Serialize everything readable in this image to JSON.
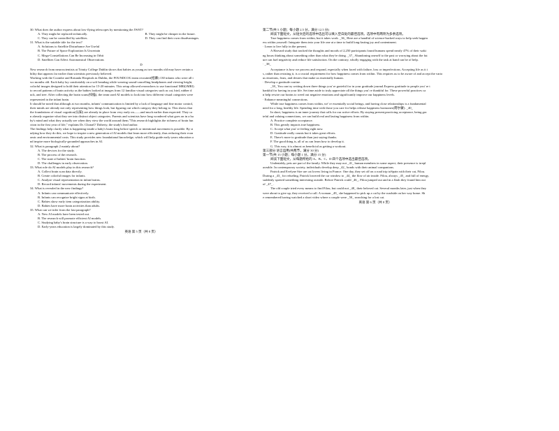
{
  "left_page": {
    "q30": {
      "stem": "30. What does the author express about low-flying telescopes by mentioning the JWST?",
      "A": "A. They might be replaced technically.",
      "B": "B. They might be cheaper in the future.",
      "C": "C. They can be controlled by satellites.",
      "D": "D. They can find their own disadvantages."
    },
    "q31": {
      "stem": "31. What is the suitable title for the text?",
      "A": "A. Solutions to Satellite Disturbance Are Useful",
      "B": "B. The Future of Space Exploration Is Uncertain",
      "C": "C. Mega-Constellations Can Be Increasing in Orbit",
      "D": "D. Satellites Can Affect Astronomical Observations"
    },
    "section_letter": "D",
    "passage": [
      "New research from neuroscientists at Trinity College Dublin shows that babies as young as two months old may have certain a",
      "bility that appears far earlier than scientists previously believed.",
      "Working with the Coombe and Rotunda Hospitals in Dublin, the FOUNDCOG team recruited(招募) 130 infants who were all t",
      "wo months old. Each baby lay comfortably on a soft beanbag while wearing sound-cancelling headphones and viewing bright,",
      "colorful images designed to hold their attention for 15-20 minutes. This setup allowed researchers to use functional MRI(fMRI)",
      " to record patterns of brain activity as the babies looked at images from 12 familiar visual categories such as cat, bird, rubber d",
      "uck, and tree. After collecting the brain scans(扫描), the team used AI models to look into how different visual categories were",
      "represented in the infant brain.",
      "It should be noted that although at two months, infants' communication is limited by a lack of language and fine motor control,",
      "their minds are already not only representing how things look, but figuring out which category they belong to. This shows that",
      "the foundations of visual cognition(认知) are already in place from very early on——and much earlier than expected. They ca",
      "n already organize what they see into distinct object categories. Parents and scientists have long wondered what goes on in a ba",
      "by's mind and what they actually see when they view the world around them.\"This research highlights the richness of brain fun",
      "ction in the first year of life,\" explains Dr. ClionaO' Doherty, the study's lead author.",
      "The findings help clarify what is happening inside a baby's brain long before speech or intentional movement is possible. By st",
      "udying how they do this, we hope to inspire a new generation of AI models that learn more efficiently, thus reducing their econ",
      "omic and environmental costs. This study provides new foundational knowledge, which will help guide early-years education a",
      "nd inspire more biologically-grounded approaches in AI."
    ],
    "q32": {
      "stem": "32. What is paragraph 2 mainly about?",
      "A": "A. The devices for the study.",
      "B": "B. The process of the research.",
      "C": "C. The state of babies' brain function.",
      "D": "D. The challenges in early observation."
    },
    "q33": {
      "stem": "33. What role do AI models play in this research?",
      "A": "A. Collect brain scan data directly.",
      "B": "B. Create colorful images for infants.",
      "C": "C. Analyze visual representation in infant brains.",
      "D": "D. Record infants' movements during the experiment."
    },
    "q34": {
      "stem": "34. What is revealed in the new findings?",
      "A": "A. Infants can communicate effectively.",
      "B": "B. Infants can recognize bright signs at birth.",
      "C": "C. Babies show early item categorization ability.",
      "D": "D. Babies have more brain activities than adults."
    },
    "q35": {
      "stem": "35. What can we infer from the last paragraph?",
      "A": "A. New AI models have been tested out.",
      "B": "B. The research will promote efficient AI models.",
      "C": "C. Studying baby's brain structure is a way to boost AI.",
      "D": "D. Early-years education is largely dominated by this study."
    },
    "footer": "英语 第 5 页（共 8 页）"
  },
  "right_page": {
    "section_header": "第二节(共 5 小题；每小题 2.5 分，满分 12.5 分)",
    "instructions": "阅读下面短文，从短文后的选项中选出可以填入空白处的最佳选项。选项中有两项为多余选项。",
    "passage": [
      "True happiness comes from within, but it takes work. _36_ Here are a handful of science-backed ways to help seek happin",
      "ess within yourself: Integrate them into your life one at a time to build long-lasting joy and contentment.",
      "· Learn to live fully in the present.",
      "A Harvard study that tracked the thoughts and moods of 2,250 participants found humans spend nearly 47% of their waki",
      "ng hours thinking about something other than what they're doing. _37_ Abandoning oneself to the past or worrying about the fut",
      "ure can fuel negativity and reduce life satisfaction. On the contrary, wholly engaging with the task at hand can be of help.",
      "· _38_",
      "Acceptance is how we process and respond, especially when faced with failure, loss or imperfections. Accepting life as it i",
      "s, rather than resisting it, is a crucial requirement for how happiness comes from within. This requires us to be aware of and accept the vario",
      "us emotions, fears, and desires that make us essentially human.",
      "· Develop a gratitude routine.",
      "_39_ You can try writing down three things you' re grateful for in your gratitude journal.Express gratitude to people you' re t",
      "hankful for having in your life. Set time aside to truly appreciate all the things you' re thankful for. These powerful practices ca",
      "n help rewire our brains to weed out negative emotions and significantly improve our happiness levels.",
      "· Enhance meaningful connections.",
      "While true happiness comes from within, we' re essentially social beings, and having close relationships is a fundamental",
      " need for a long, healthy life. Spending time with those you care for helps release happiness hormones(荷尔蒙). _40_",
      "In short, happiness is an inner journey that calls for our active efforts. By staying present,practicing acceptance, being gra",
      "teful and valuing connections, we can build real and lasting happiness from within."
    ],
    "options": [
      "A. Practice complete acceptance.",
      "B. This greatly impacts true happiness.",
      "C. Accept what you' re feeling right now.",
      "D. Gratitude really counts but it takes great efforts.",
      "E. There's more to gratitude than just saying thanks.",
      "F. The good thing is, all of us can learn how to develop it.",
      "G. This way, it is almost as beneficial as getting a workout."
    ],
    "part3_header": "第三部分 语言运用(共两节，满分 30 分)",
    "part3_sec1_header": "第一节(共 15 小题；每小题 1 分，满分 15 分)",
    "part3_sec1_instr": "阅读下面短文，从每题所给的 A、B、C、D 四个选项中选出最佳选项。",
    "cloze": [
      "Undeniably, pets are part of the family. While they may not _41_ human members in some aspect, their presence is irrepl",
      "aceable. In contemporary society, individuals develop deep _42_ bonds with their animal companions.",
      "Patrick and Evelyne Sire are cat lovers living in France. One day, they set off on a road trip toSpain with their cat, Filou.",
      "During a _43_ for refueling, Patrick lowered the car window to _44_ the flow of air inside. Filou, always _45_ and full of energy,",
      " suddenly spotted something interesting outside. Before Patrick could _46_, Filou jumped out and in a flash they found him out",
      " of _47_ .",
      "The old couple tried every means to find Filou, but could not _48_ their beloved cat. Several months later, just when they",
      " were about to give up, they received a call. A woman _49_ she happened to pick up a cat by the roadside on her way home. Sh",
      "e remembered having watched a short video where a couple were _50_ searching for a lost cat."
    ],
    "footer": "英语 第 6 页（共 8 页）"
  }
}
